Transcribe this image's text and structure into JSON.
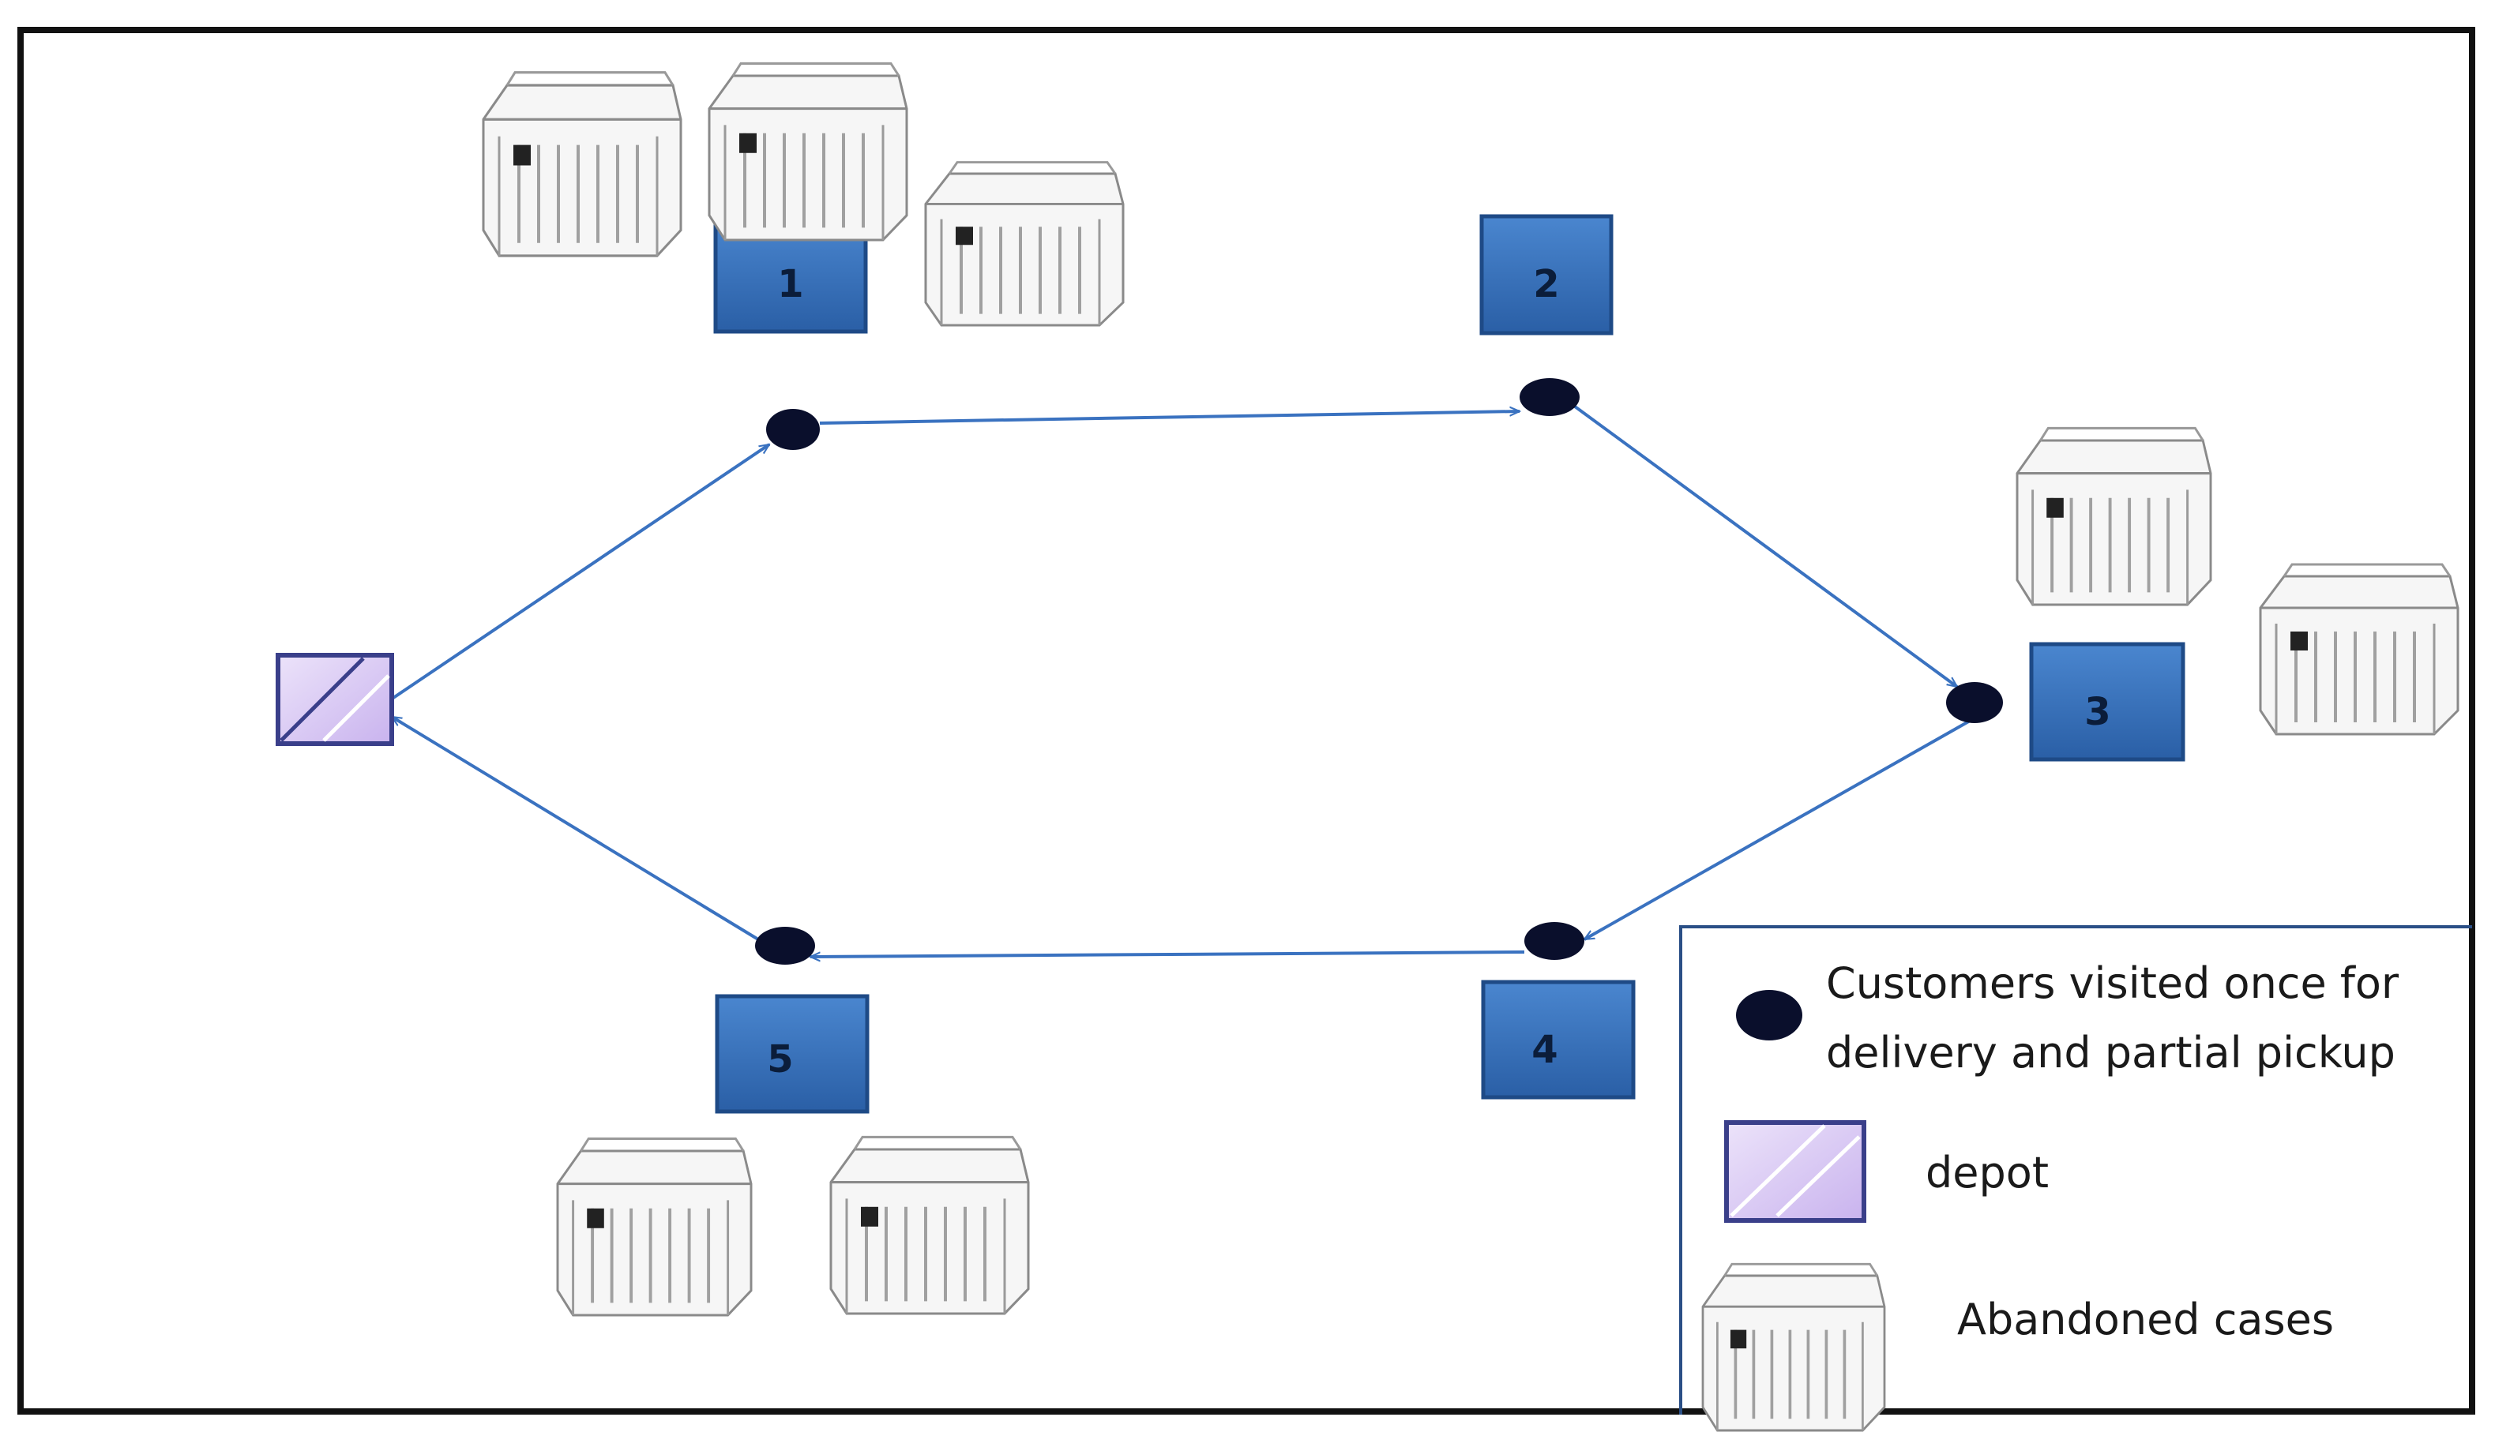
{
  "diagram": {
    "customers": [
      {
        "id": "1",
        "label": "1"
      },
      {
        "id": "2",
        "label": "2"
      },
      {
        "id": "3",
        "label": "3"
      },
      {
        "id": "4",
        "label": "4"
      },
      {
        "id": "5",
        "label": "5"
      }
    ],
    "route": [
      "depot",
      "1",
      "2",
      "3",
      "4",
      "5",
      "depot"
    ],
    "colors": {
      "customer_box": "#2f6db5",
      "route_line": "#3a72c0",
      "stop_dot": "#0a0f2c",
      "depot_fill": "#d9c9f2",
      "depot_border": "#3a3f8a"
    }
  },
  "legend": {
    "customers_line1": "Customers visited once  for",
    "customers_line2": "delivery and partial pickup",
    "depot": "depot",
    "abandoned_cases": "Abandoned cases"
  }
}
